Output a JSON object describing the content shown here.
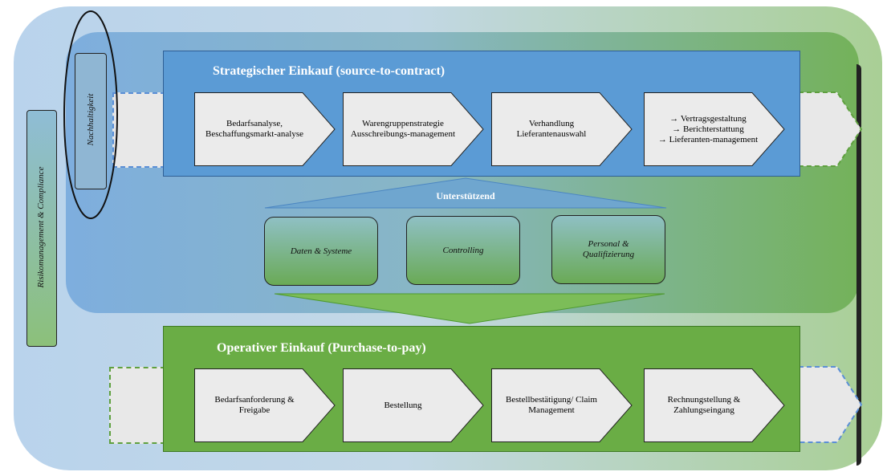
{
  "strategic": {
    "title": "Strategischer Einkauf (source-to-contract)",
    "steps": [
      "Bedarfsanalyse,\nBeschaffungsmarkt-analyse",
      "Warengruppenstrategie\nAusschreibungs-management",
      "Verhandlung\nLieferantenauswahl",
      "→ Vertragsgestaltung\n→ Berichterstattung\n→ Lieferanten-management"
    ]
  },
  "support": {
    "title": "Unterstützend",
    "items": [
      "Daten & Systeme",
      "Controlling",
      "Personal &\nQualifizierung"
    ]
  },
  "operative": {
    "title": "Operativer Einkauf (Purchase-to-pay)",
    "steps": [
      "Bedarfsanforderung &\nFreigabe",
      "Bestellung",
      "Bestellbestätigung/ Claim\nManagement",
      "Rechnungstellung &\nZahlungseingang"
    ]
  },
  "side": {
    "risk": "Risikomanagement & Compliance",
    "sustainability": "Nachhaltigkeit"
  },
  "colors": {
    "strategic_band": "#5b9bd5",
    "operative_band": "#6aad45",
    "chevron_fill": "#ebebeb"
  }
}
